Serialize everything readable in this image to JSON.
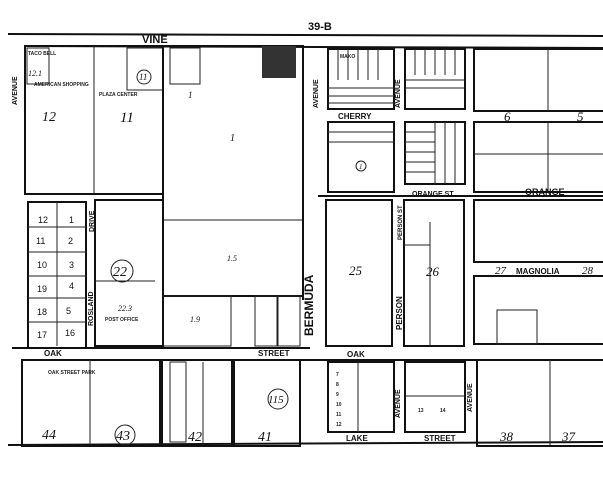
{
  "map": {
    "sheet_id": "39-B",
    "streets": {
      "vine": "VINE",
      "avenue_left": "AVENUE",
      "avenue_mid": "AVENUE",
      "avenue_mid2": "AVENUE",
      "avenue_lower": "AVENUE",
      "avenue_lower_right": "AVENUE",
      "cherry": "CHERRY",
      "orange_st": "ORANGE ST",
      "orange": "ORANGE",
      "drive": "DRIVE",
      "rosland": "ROSLAND",
      "bermuda": "BERMUDA",
      "person_st": "PERSON ST",
      "person": "PERSON",
      "magnolia": "MAGNOLIA",
      "oak_left": "OAK",
      "street_mid": "STREET",
      "oak_right": "OAK",
      "lake": "LAKE",
      "street_lower": "STREET",
      "mako": "MAKO"
    },
    "place_labels": {
      "taco_bell": "TACO BELL",
      "american_shopping": "AMERICAN SHOPPING",
      "plaza_center": "PLAZA CENTER",
      "post_office": "POST OFFICE",
      "oak_street_park": "OAK STREET PARK"
    },
    "parcels": {
      "p12": "12",
      "p11": "11",
      "p11c": "11",
      "p121": "12.1",
      "p1a": "1",
      "p1b": "1",
      "p22": "22",
      "p223": "22.3",
      "p15a": "1.5",
      "p15b": "1.9",
      "p44": "44",
      "p43": "43",
      "p42": "42",
      "p41": "41",
      "p115": "115",
      "p25": "25",
      "p26": "26",
      "p27": "27",
      "p28": "28",
      "p6": "6",
      "p5": "5",
      "p38": "38",
      "p37": "37",
      "p1c": "1"
    },
    "lots_left": [
      "12",
      "11",
      "10",
      "19",
      "18",
      "17"
    ],
    "lots_right": [
      "1",
      "2",
      "3",
      "4",
      "5",
      "16"
    ],
    "lake_lots": [
      "7",
      "8",
      "9",
      "10",
      "11",
      "12",
      "13",
      "14"
    ]
  }
}
